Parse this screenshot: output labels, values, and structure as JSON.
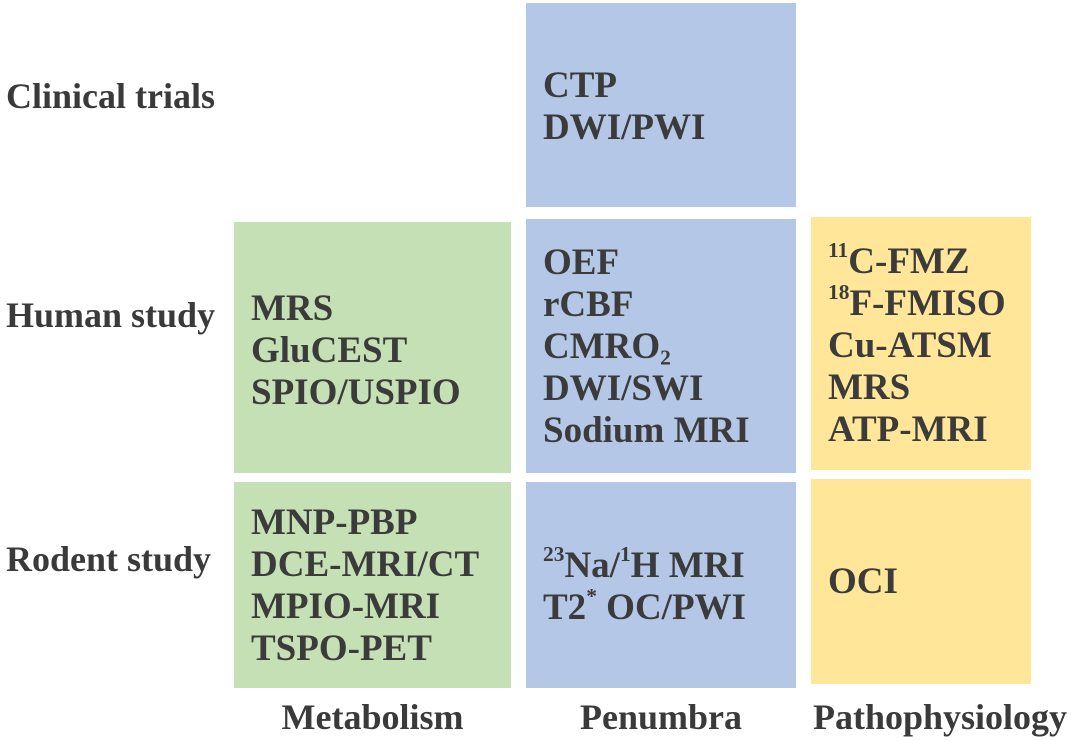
{
  "rows": {
    "clinical": "Clinical trials",
    "human": "Human study",
    "rodent": "Rodent study"
  },
  "columns": {
    "metabolism": "Metabolism",
    "penumbra": "Penumbra",
    "pathophysiology": "Pathophysiology"
  },
  "cells": {
    "clinical_penumbra": [
      "CTP",
      "DWI/PWI"
    ],
    "human_metabolism": [
      "MRS",
      "GluCEST",
      "SPIO/USPIO"
    ],
    "human_penumbra": {
      "oef": "OEF",
      "rcbf": "rCBF",
      "cmro2_base": "CMRO",
      "cmro2_sub": "2",
      "dwi_swi": "DWI/SWI",
      "sodium_mri": "Sodium MRI"
    },
    "human_pathophysiology": {
      "fmz_sup": "11",
      "fmz_text": "C-FMZ",
      "fmiso_sup": "18",
      "fmiso_text": "F-FMISO",
      "cu_atsm": "Cu-ATSM",
      "mrs": "MRS",
      "atp_mri": "ATP-MRI"
    },
    "rodent_metabolism": [
      "MNP-PBP",
      "DCE-MRI/CT",
      "MPIO-MRI",
      "TSPO-PET"
    ],
    "rodent_penumbra": {
      "na_sup": "23",
      "na_text": "Na/",
      "h_sup": "1",
      "h_text": "H MRI",
      "t2_text": "T2",
      "t2_sup": "*",
      "t2_rest": " OC/PWI"
    },
    "rodent_pathophysiology": [
      "OCI"
    ]
  },
  "colors": {
    "metabolism": "#c5e0b4",
    "penumbra": "#b4c7e7",
    "pathophysiology": "#ffe699",
    "text": "#3a3a3a"
  }
}
